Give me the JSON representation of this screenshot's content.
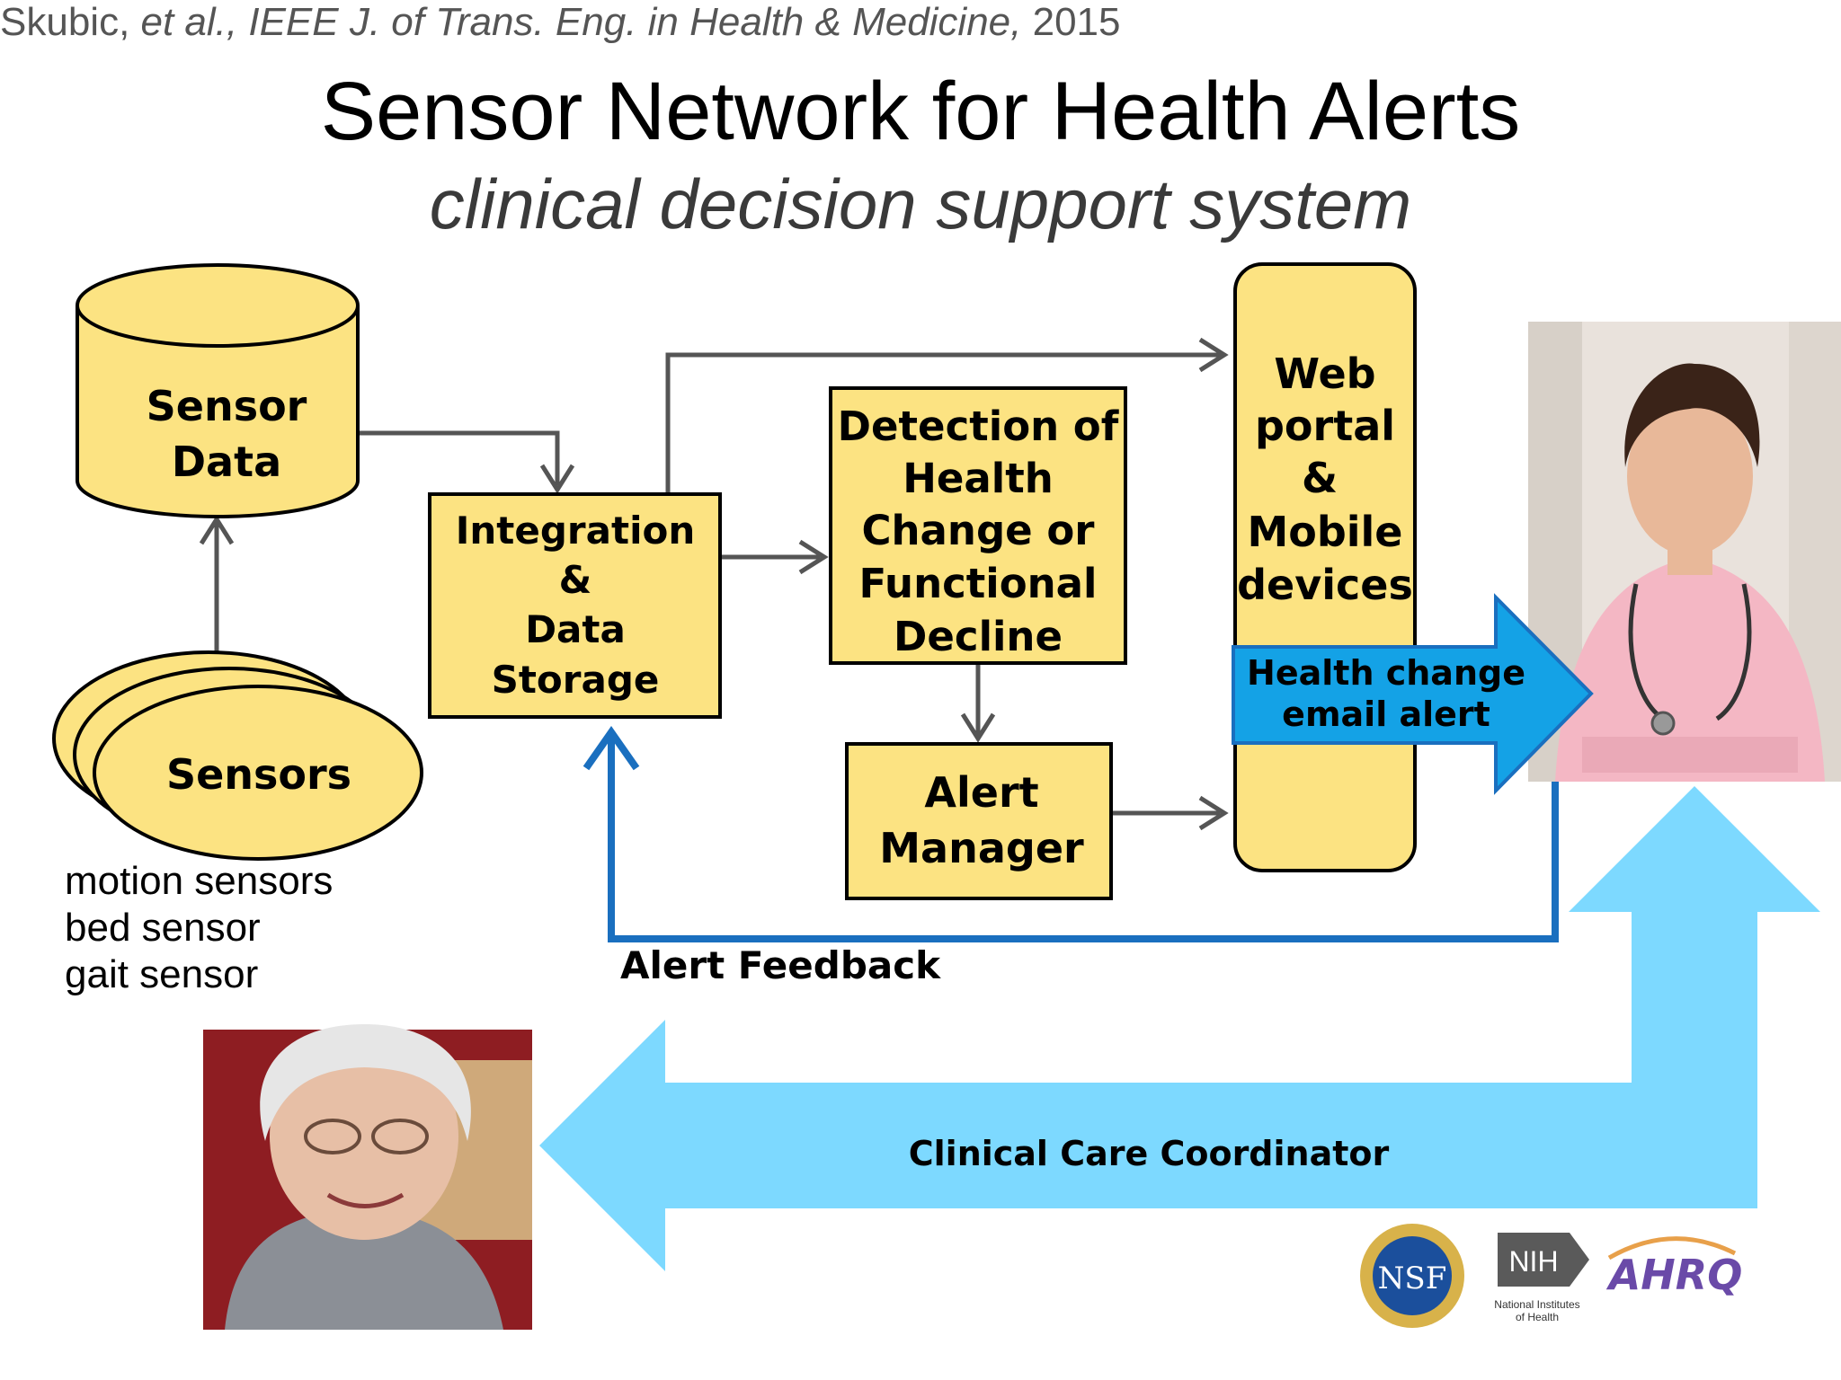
{
  "title": "Sensor Network for Health Alerts",
  "subtitle": "clinical decision support system",
  "nodes": {
    "sensor_data": [
      "Sensor",
      "Data"
    ],
    "sensors": "Sensors",
    "integration": [
      "Integration",
      "&",
      "Data",
      "Storage"
    ],
    "detection": [
      "Detection of",
      "Health",
      "Change or",
      "Functional",
      "Decline"
    ],
    "alert_manager": [
      "Alert",
      "Manager"
    ],
    "web_portal": [
      "Web",
      "portal",
      "&",
      "Mobile",
      "devices"
    ]
  },
  "sensor_list": [
    "motion sensors",
    "bed sensor",
    "gait sensor"
  ],
  "labels": {
    "email_alert": [
      "Health change",
      "email alert"
    ],
    "alert_feedback": "Alert Feedback",
    "care_coordinator": "Clinical Care Coordinator"
  },
  "logos": {
    "nsf": "NSF",
    "nih": "NIH",
    "nih_caption": [
      "National Institutes",
      "of Health"
    ],
    "ahrq": "AHRQ"
  },
  "citation": {
    "author": "Skubic, ",
    "etal": "et al.",
    "journal": ", IEEE J. of Trans. Eng. in Health & Medicine,",
    "year": " 2015"
  },
  "colors": {
    "box_fill": "#FCE382",
    "arrow_gray": "#555555",
    "feedback_blue": "#1A6FBF",
    "email_blue": "#14A2E6",
    "coordinator_blue": "#7DD9FF"
  }
}
